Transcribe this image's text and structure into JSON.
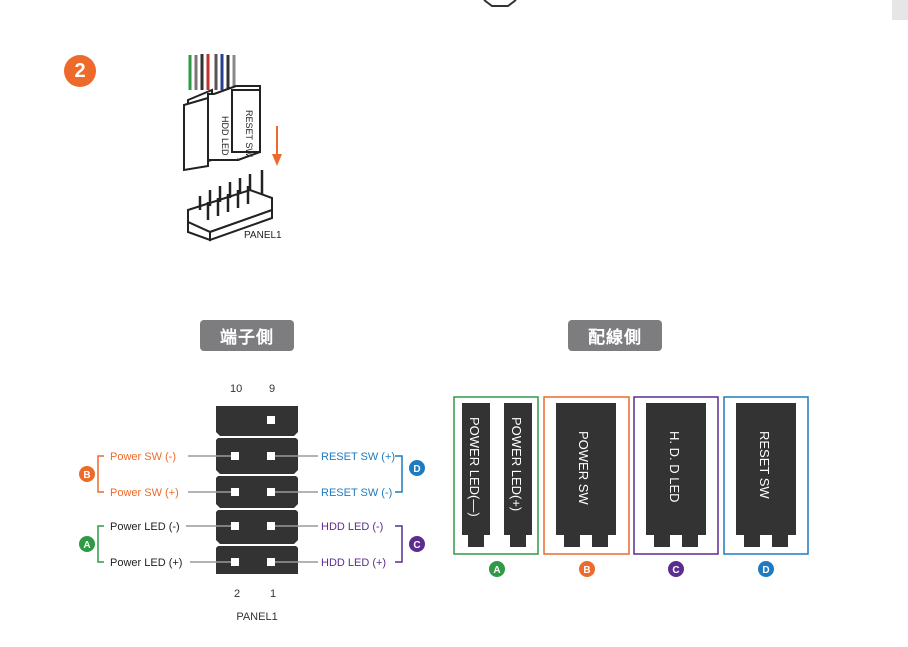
{
  "step": {
    "number": "2",
    "connector_labels": [
      "HDD LED",
      "RESET SW"
    ],
    "header_label": "PANEL1"
  },
  "left_section": {
    "title": "端子側"
  },
  "right_section": {
    "title": "配線側"
  },
  "header_diagram": {
    "top_pins": [
      "10",
      "9"
    ],
    "bottom_pins": [
      "2",
      "1"
    ],
    "name": "PANEL1",
    "left_pins": [
      {
        "label": "Power SW (-)",
        "group": "B"
      },
      {
        "label": "Power SW (+)",
        "group": "B"
      },
      {
        "label": "Power LED (-)",
        "group": "A"
      },
      {
        "label": "Power LED (+)",
        "group": "A"
      }
    ],
    "right_pins": [
      {
        "label": "RESET SW (+)",
        "group": "D"
      },
      {
        "label": "RESET SW (-)",
        "group": "D"
      },
      {
        "label": "HDD LED (-)",
        "group": "C"
      },
      {
        "label": "HDD LED (+)",
        "group": "C"
      }
    ]
  },
  "connectors": [
    {
      "group": "A",
      "labels": [
        "POWER LED(—)",
        "POWER LED(+)"
      ]
    },
    {
      "group": "B",
      "labels": [
        "POWER SW"
      ]
    },
    {
      "group": "C",
      "labels": [
        "H. D. D LED"
      ]
    },
    {
      "group": "D",
      "labels": [
        "RESET SW"
      ]
    }
  ],
  "colors": {
    "A": "#2e9a46",
    "B": "#ee6a2a",
    "C": "#5c2d8f",
    "D": "#1f7bbf",
    "header": "#333333",
    "pill": "#7d7d80",
    "pin_line": "#9a9a9a"
  }
}
